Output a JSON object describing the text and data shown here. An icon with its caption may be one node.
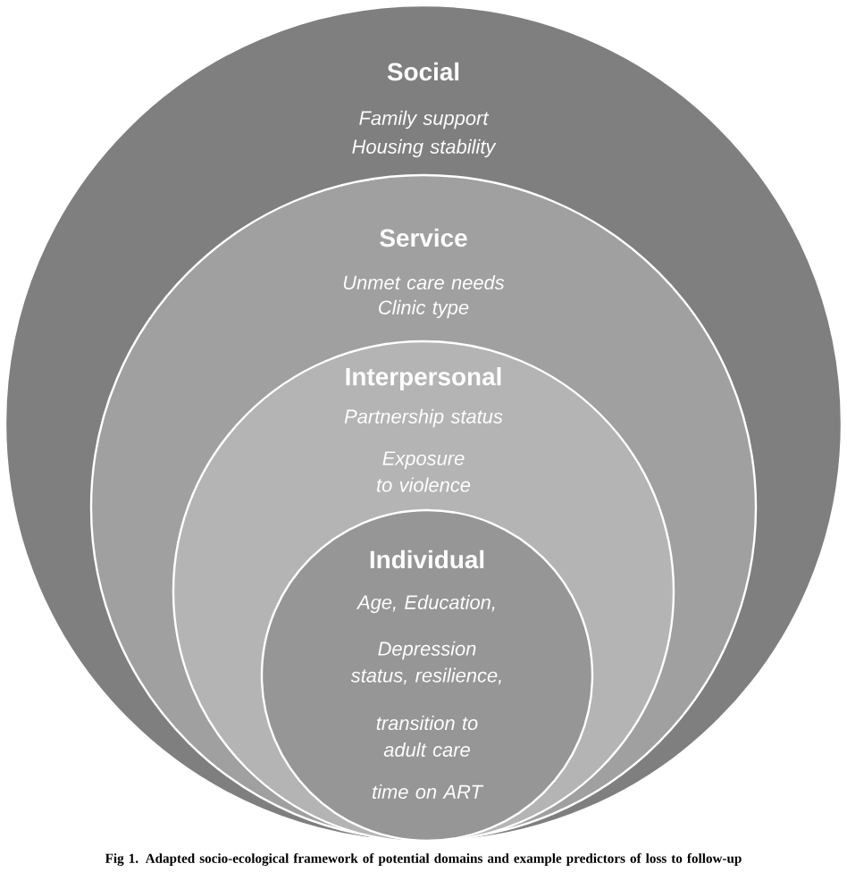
{
  "diagram": {
    "caption": "Fig 1. Adapted socio-ecological framework of potential domains and example predictors of loss to follow-up",
    "nodes": [
      {
        "text": [
          "Social",
          "Family support",
          "Housing stability"
        ]
      },
      {
        "text": [
          "Service",
          "Unmet care needs",
          "Clinic type"
        ],
        "in": 0
      },
      {
        "text": [
          "Interpersonal",
          "Partnership status",
          "Exposure to violence"
        ],
        "in": 1
      },
      {
        "text": [
          "Individual",
          "Age, Education,",
          "Depression status, resilience,",
          "transition to adult care",
          "time on ART"
        ],
        "in": 2
      }
    ]
  }
}
